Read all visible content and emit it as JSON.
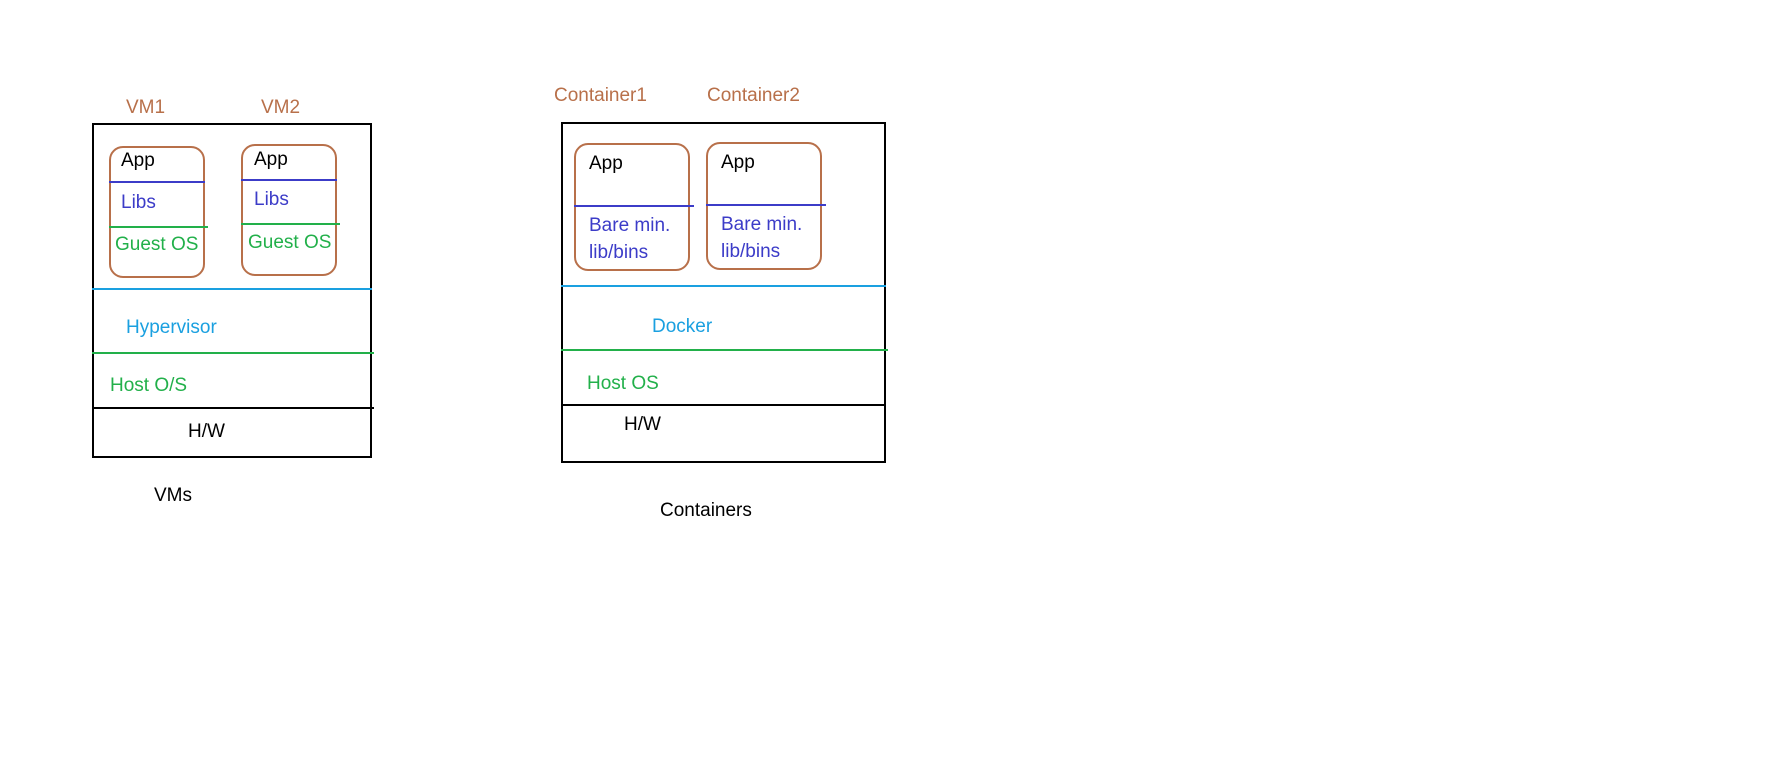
{
  "vms": {
    "caption": "VMs",
    "vm1": {
      "name": "VM1",
      "app": "App",
      "libs": "Libs",
      "guest_os": "Guest OS"
    },
    "vm2": {
      "name": "VM2",
      "app": "App",
      "libs": "Libs",
      "guest_os": "Guest OS"
    },
    "hypervisor": "Hypervisor",
    "host_os": "Host O/S",
    "hw": "H/W"
  },
  "containers": {
    "caption": "Containers",
    "c1": {
      "name": "Container1",
      "app": "App",
      "bins_line1": "Bare min.",
      "bins_line2": "lib/bins"
    },
    "c2": {
      "name": "Container2",
      "app": "App",
      "bins_line1": "Bare min.",
      "bins_line2": "lib/bins"
    },
    "docker": "Docker",
    "host_os": "Host OS",
    "hw": "H/W"
  },
  "colors": {
    "unit_border": "#b8704a",
    "libs": "#3c3cc8",
    "guest_os": "#22b04a",
    "hypervisor": "#1aa0e0",
    "host_os": "#22b04a",
    "outline": "#000000"
  }
}
